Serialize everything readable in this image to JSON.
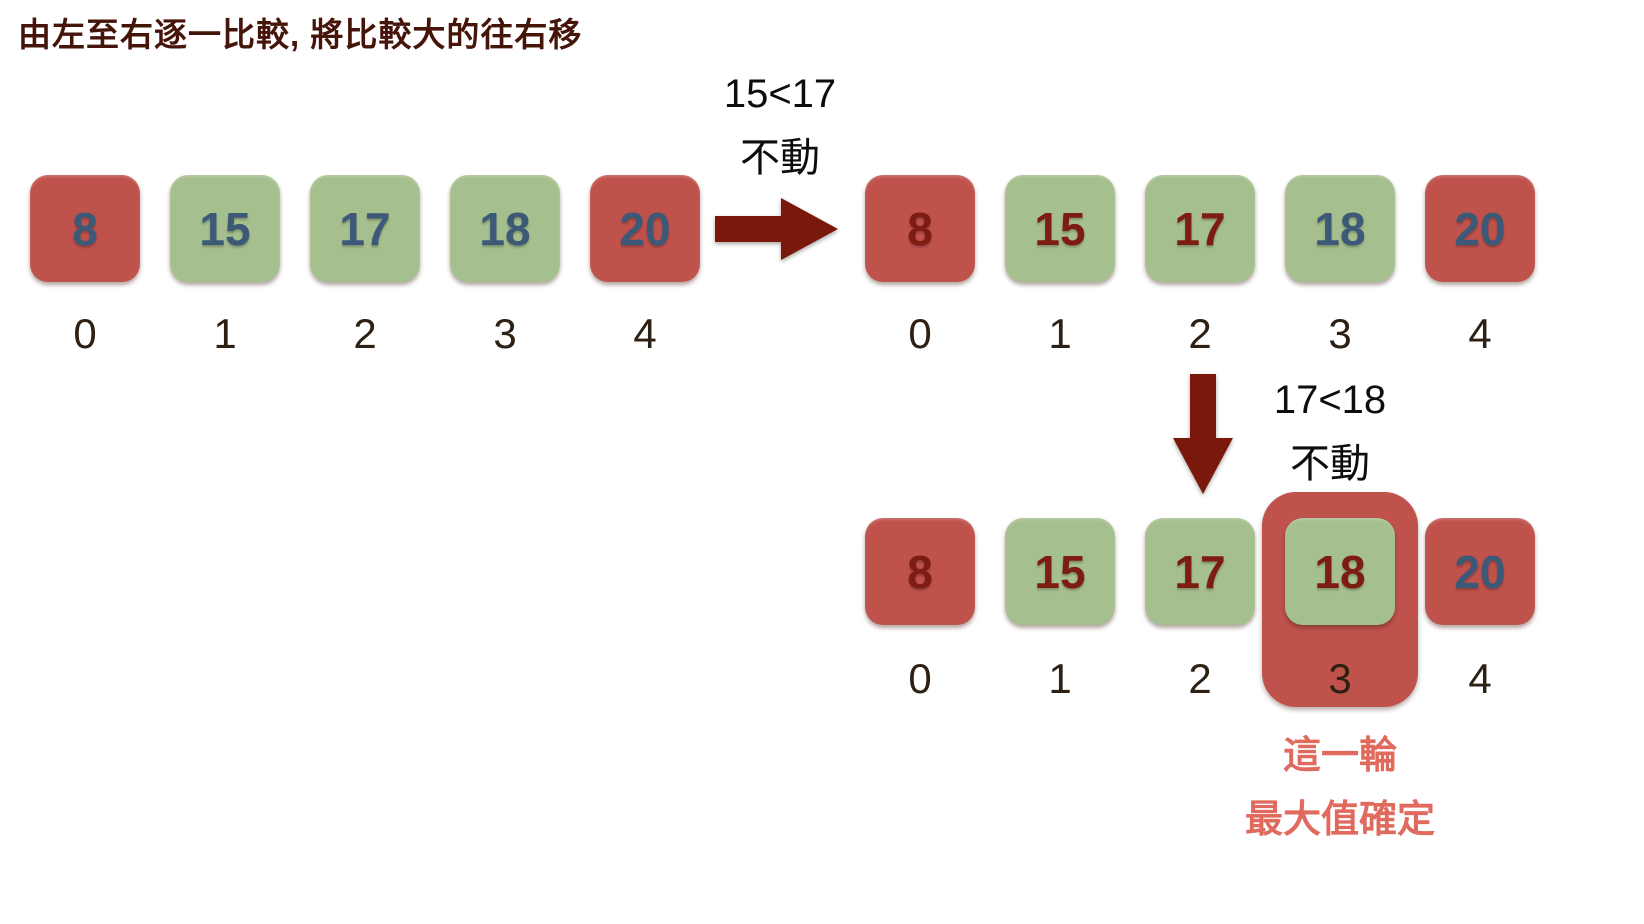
{
  "title": "由左至右逐一比較, 將比較大的往右移",
  "colors": {
    "red-box": "#c0524c",
    "green-box": "#a6bf8e",
    "navy-ink": "#3c5a78",
    "maroon-ink": "#7d1d12",
    "arrow": "#7a190b",
    "index-ink": "#2f2014",
    "highlight": "#e06a5e",
    "title-ink": "#46150a",
    "note-ink": "#0d0d0d"
  },
  "steps": {
    "s1": {
      "note_line1": "15<17",
      "note_line2": "不動",
      "cells": [
        {
          "value": "8",
          "box": "red",
          "ink": "navy"
        },
        {
          "value": "15",
          "box": "green",
          "ink": "navy"
        },
        {
          "value": "17",
          "box": "green",
          "ink": "navy"
        },
        {
          "value": "18",
          "box": "green",
          "ink": "navy"
        },
        {
          "value": "20",
          "box": "red",
          "ink": "navy"
        }
      ],
      "indices": [
        "0",
        "1",
        "2",
        "3",
        "4"
      ]
    },
    "s2": {
      "note_line1": "17<18",
      "note_line2": "不動",
      "cells": [
        {
          "value": "8",
          "box": "red",
          "ink": "maroon"
        },
        {
          "value": "15",
          "box": "green",
          "ink": "maroon"
        },
        {
          "value": "17",
          "box": "green",
          "ink": "maroon"
        },
        {
          "value": "18",
          "box": "green",
          "ink": "navy"
        },
        {
          "value": "20",
          "box": "red",
          "ink": "navy"
        }
      ],
      "indices": [
        "0",
        "1",
        "2",
        "3",
        "4"
      ]
    },
    "s3": {
      "caption_line1": "這一輪",
      "caption_line2": "最大值確定",
      "cells": [
        {
          "value": "8",
          "box": "red",
          "ink": "maroon"
        },
        {
          "value": "15",
          "box": "green",
          "ink": "maroon"
        },
        {
          "value": "17",
          "box": "green",
          "ink": "maroon"
        },
        {
          "value": "18",
          "box": "green",
          "ink": "maroon"
        },
        {
          "value": "20",
          "box": "red",
          "ink": "navy"
        }
      ],
      "indices": [
        "0",
        "1",
        "2",
        "3",
        "4"
      ]
    }
  }
}
